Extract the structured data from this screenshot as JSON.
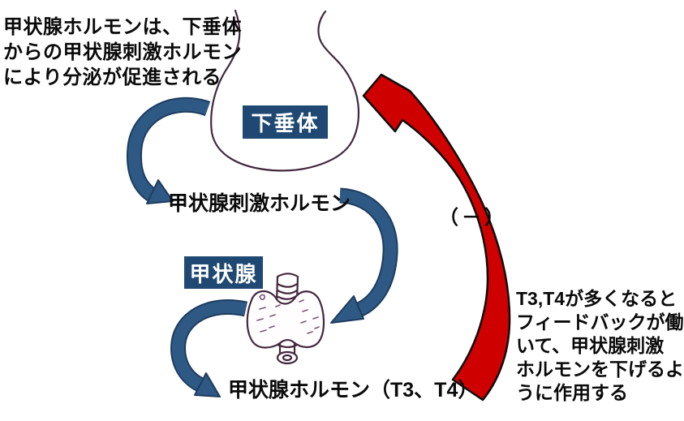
{
  "diagram": {
    "intro_note": "甲状腺ホルモンは、下垂体\nからの甲状腺刺激ホルモン\nにより分泌が促進される",
    "pituitary_label": "下垂体",
    "tsh_label": "甲状腺刺激ホルモン",
    "thyroid_label": "甲状腺",
    "thyroid_hormone_label": "甲状腺ホルモン（T3、T4）",
    "negative_feedback_sign": "（－）",
    "feedback_note": "T3,T4が多くなると\nフィードバックが働\nいて、甲状腺刺激\nホルモンを下げるよ\nうに作用する"
  },
  "colors": {
    "background": "#ffffff",
    "text": "#0a0a0a",
    "label_box_bg": "#1f4872",
    "label_box_text": "#ffffff",
    "blue_arrow": "#2e5984",
    "blue_arrow_edge": "#1e3c5f",
    "red_arrow": "#cf0000",
    "red_arrow_edge": "#0d0d0d",
    "sketch_line": "#43283d"
  }
}
